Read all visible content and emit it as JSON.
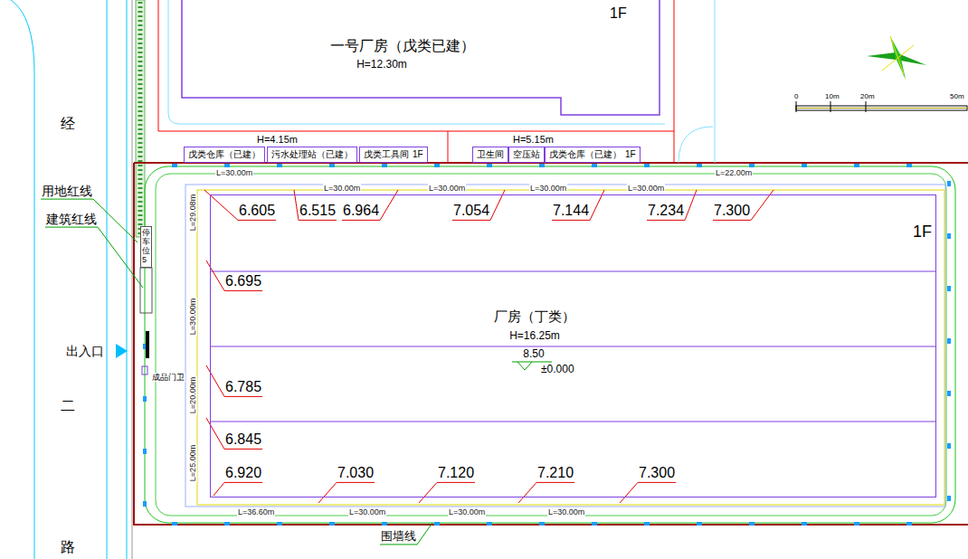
{
  "diagram": {
    "nodes": [
      {
        "text": [
          "一号厂房（戊类已建）",
          "H=12.30m",
          "1F"
        ]
      },
      {
        "text": [
          "戊类仓库（已建）"
        ]
      },
      {
        "text": [
          "污水处理站（已建）"
        ]
      },
      {
        "text": [
          "戊类工具间",
          "1F"
        ]
      },
      {
        "text": [
          "卫生间"
        ]
      },
      {
        "text": [
          "空压站"
        ]
      },
      {
        "text": [
          "戊类仓库（已建）",
          "1F"
        ]
      },
      {
        "text": [
          "停车位5"
        ]
      },
      {
        "text": [
          "厂房（丁类）",
          "H=16.25m",
          "1F"
        ]
      }
    ],
    "labels": [
      "经",
      "二",
      "路",
      "用地红线",
      "建筑红线",
      "出入口",
      "成品门卫",
      "H=4.15m",
      "H=5.15m",
      "L=30.00m",
      "L=30.00m",
      "L=30.00m",
      "L=30.00m",
      "L=30.00m",
      "L=22.00m",
      "L=29.08m",
      "L=30.00m",
      "L=20.00m",
      "L=25.00m",
      "L=36.60m",
      "L=30.00m",
      "L=30.00m",
      "L=30.00m",
      "6.605",
      "6.515",
      "6.964",
      "7.054",
      "7.144",
      "7.234",
      "7.300",
      "6.695",
      "6.785",
      "6.845",
      "6.920",
      "7.030",
      "7.120",
      "7.210",
      "7.300",
      "8.50",
      "±0.000",
      "围墙线",
      "0",
      "10m",
      "20m",
      "50m"
    ]
  }
}
